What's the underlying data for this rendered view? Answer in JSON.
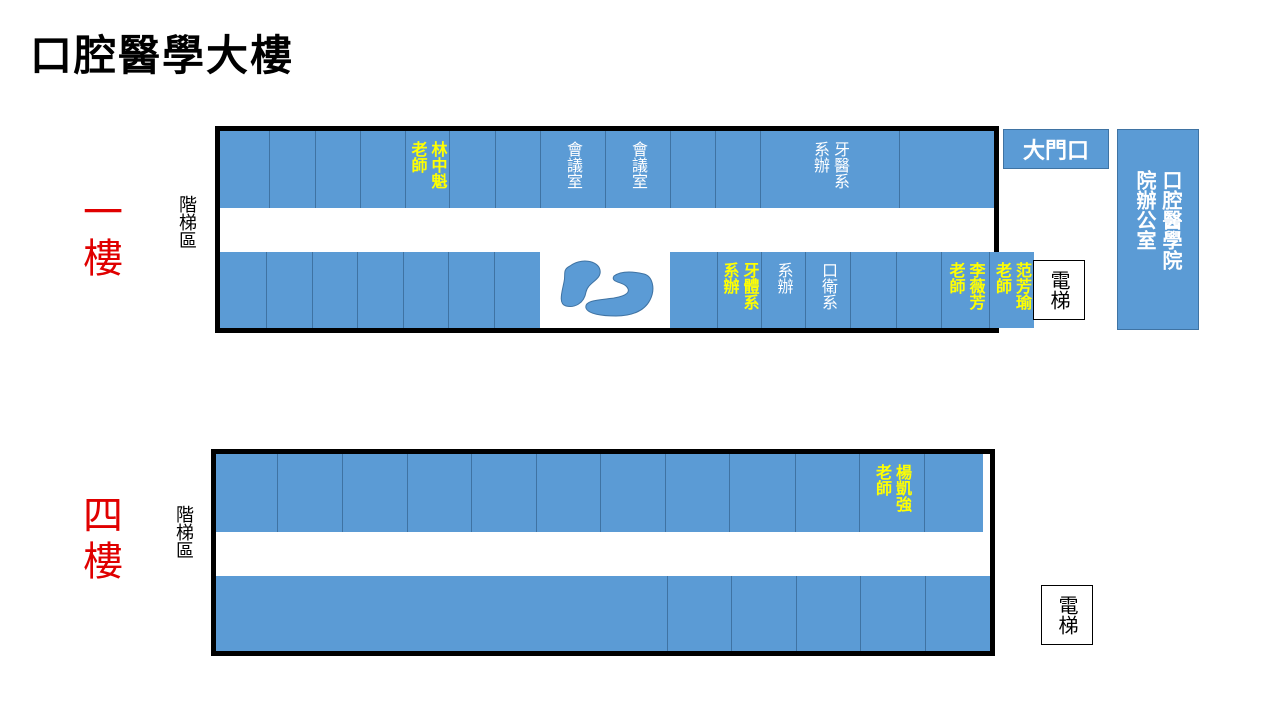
{
  "title": "口腔醫學大樓",
  "floors": {
    "first": {
      "label": "一樓",
      "stairs": "階梯區",
      "top_rooms": [
        {
          "lines": []
        },
        {
          "lines": []
        },
        {
          "lines": []
        },
        {
          "lines": []
        },
        {
          "lines": [
            "林中魁",
            "老師"
          ],
          "color": "yellow"
        },
        {
          "lines": []
        },
        {
          "lines": []
        },
        {
          "lines": [
            "會議室"
          ],
          "color": "white"
        },
        {
          "lines": [
            "會議室"
          ],
          "color": "white"
        },
        {
          "lines": []
        },
        {
          "lines": []
        },
        {
          "lines": [
            "牙醫系",
            "系辦"
          ],
          "color": "white"
        },
        {
          "lines": []
        }
      ],
      "bottom_left_rooms": [
        {
          "lines": []
        },
        {
          "lines": []
        },
        {
          "lines": []
        },
        {
          "lines": []
        },
        {
          "lines": []
        },
        {
          "lines": []
        },
        {
          "lines": []
        }
      ],
      "bottom_right_rooms": [
        {
          "lines": []
        },
        {
          "lines": [
            "牙體系",
            "系辦"
          ],
          "color": "yellow"
        },
        {
          "lines": [
            "系辦"
          ],
          "color": "white"
        },
        {
          "lines": [
            "口衛系"
          ],
          "color": "white"
        },
        {
          "lines": []
        },
        {
          "lines": []
        },
        {
          "lines": [
            "李薇芳",
            "老師"
          ],
          "color": "yellow"
        },
        {
          "lines": [
            "范芳瑜",
            "老師"
          ],
          "color": "yellow"
        }
      ],
      "main_entrance": "大門口",
      "dean_office": "口腔醫學院院辦公室",
      "dean_office_lines": [
        "口腔醫學院",
        "院辦公室"
      ],
      "elevator": "電梯"
    },
    "fourth": {
      "label": "四樓",
      "stairs": "階梯區",
      "top_rooms": [
        {
          "lines": []
        },
        {
          "lines": []
        },
        {
          "lines": []
        },
        {
          "lines": []
        },
        {
          "lines": []
        },
        {
          "lines": []
        },
        {
          "lines": []
        },
        {
          "lines": []
        },
        {
          "lines": []
        },
        {
          "lines": []
        },
        {
          "lines": [
            "楊凱強",
            "老師"
          ],
          "color": "yellow"
        },
        {
          "lines": []
        }
      ],
      "bottom_rooms": [
        {
          "lines": []
        },
        {
          "lines": []
        },
        {
          "lines": []
        },
        {
          "lines": []
        },
        {
          "lines": []
        },
        {
          "lines": []
        }
      ],
      "elevator": "電梯"
    }
  },
  "colors": {
    "room": "#5b9bd5",
    "floor_label": "#e00000",
    "highlight_text": "#ffff00"
  }
}
